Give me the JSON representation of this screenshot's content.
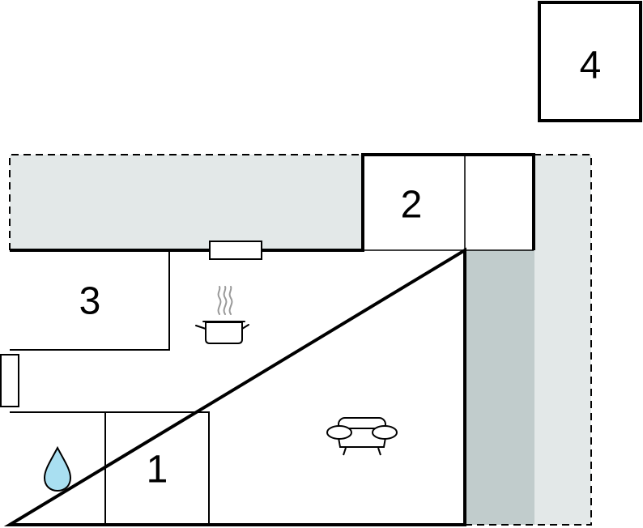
{
  "rooms": [
    {
      "label": "1"
    },
    {
      "label": "2"
    },
    {
      "label": "3"
    },
    {
      "label": "4"
    }
  ],
  "icons": {
    "bathroom": "water-drop-icon",
    "kitchen": "cooking-pot-icon",
    "living": "armchair-icon"
  },
  "colors": {
    "terrace": "#e3e8e8",
    "covered_terrace": "#c1cccc",
    "water": "#a9dff1",
    "wall": "#000000"
  }
}
